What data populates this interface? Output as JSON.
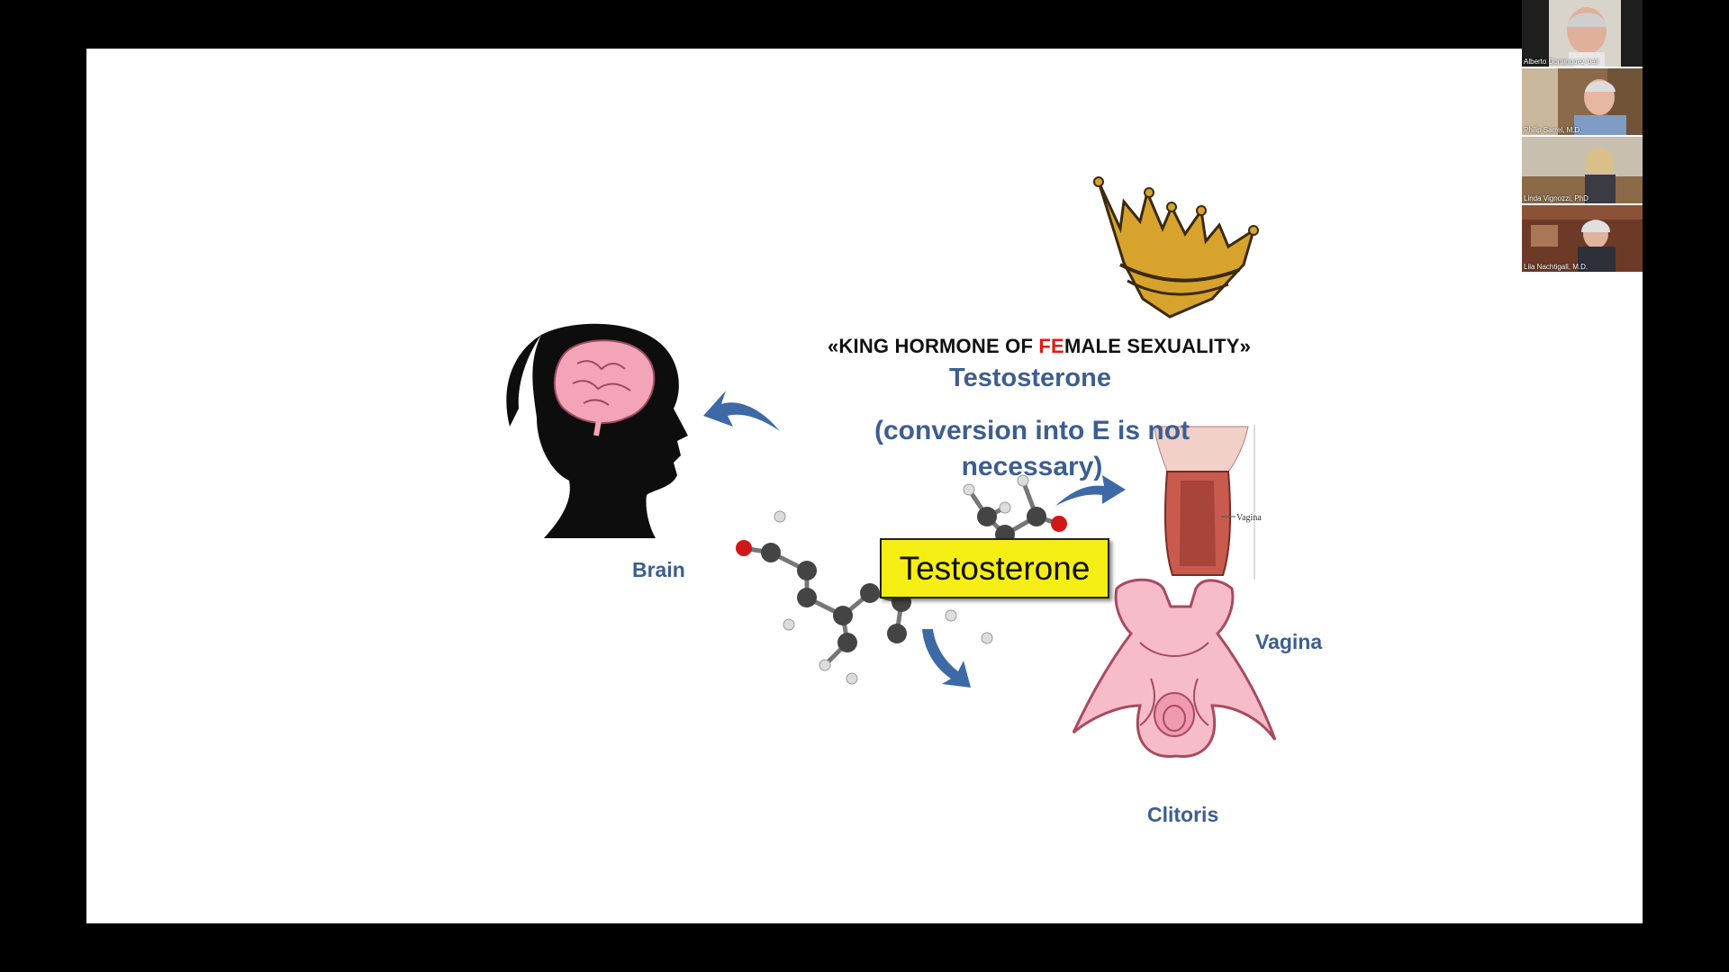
{
  "slide": {
    "headline_prefix": "«KING HORMONE OF ",
    "headline_highlight": "FE",
    "headline_suffix": "MALE SEXUALITY»",
    "title": "Testosterone",
    "conversion_note": "(conversion into E is not necessary)",
    "molecule_label": "Testosterone",
    "labels": {
      "brain": "Brain",
      "vagina": "Vagina",
      "clitoris": "Clitoris",
      "vagina_inset": "Vagina"
    }
  },
  "participants": [
    {
      "name": "Alberto Dominguez-bali"
    },
    {
      "name": "Philip Sarrel, M.D."
    },
    {
      "name": "Linda Vignozzi, PhD"
    },
    {
      "name": "Lila Nachtigall, M.D."
    }
  ],
  "colors": {
    "accent_blue": "#3d5e8f",
    "highlight_red": "#e8170e",
    "label_box_yellow": "#f5ee15"
  },
  "icons": [
    "crown-icon",
    "brain-head-icon",
    "molecule-icon",
    "vagina-illustration",
    "clitoris-illustration",
    "arrow-icon"
  ]
}
